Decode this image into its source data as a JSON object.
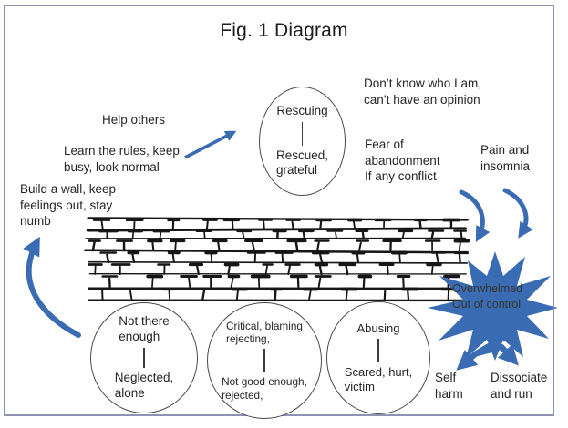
{
  "title": "Fig. 1 Diagram",
  "colors": {
    "arrow": "#3a6cb4",
    "star": "#3a6cb4",
    "border": "#9191b3",
    "ink": "#262626"
  },
  "annotations": {
    "help_others": "Help others",
    "learn_rules": "Learn the rules, keep\nbusy, look normal",
    "build_wall": "Build a wall, keep\nfeelings out, stay\nnumb",
    "dont_know": "Don’t know who I am,\ncan’t have an opinion",
    "fear_abandonment": "Fear of\nabandonment\nIf any conflict",
    "pain_insomnia": "Pain and\ninsomnia",
    "self_harm": "Self\nharm",
    "dissociate": "Dissociate\nand run"
  },
  "ellipses": {
    "rescuing": {
      "top": "Rescuing",
      "bottom": "Rescued,\ngrateful"
    },
    "not_there": {
      "top": "Not there\nenough",
      "bottom": "Neglected,\nalone"
    },
    "critical": {
      "top": "Critical, blaming\nrejecting,",
      "bottom": "Not good enough,\nrejected,"
    },
    "abusing": {
      "top": "Abusing",
      "bottom": "Scared, hurt,\nvictim"
    }
  },
  "starburst": {
    "label": "Overwhelmed\nOut of control"
  }
}
